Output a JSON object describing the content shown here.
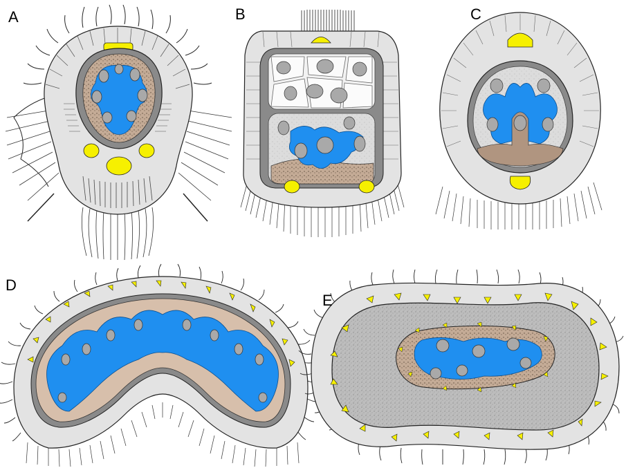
{
  "figure": {
    "panels": [
      {
        "label": "A"
      },
      {
        "label": "B"
      },
      {
        "label": "C"
      },
      {
        "label": "D"
      },
      {
        "label": "E"
      }
    ]
  },
  "colors": {
    "cell_fill": "#e3e3e3",
    "cell_stroke": "#333333",
    "nucleus_fill": "#a9a9a9",
    "inner_blue": "#1f8ff0",
    "inner_brown": "#b09580",
    "inner_tan": "#d7bfab",
    "yellow_spot": "#f6f000",
    "dark_gray": "#8a8a8a",
    "matrix_gray": "#c8c8c8"
  }
}
